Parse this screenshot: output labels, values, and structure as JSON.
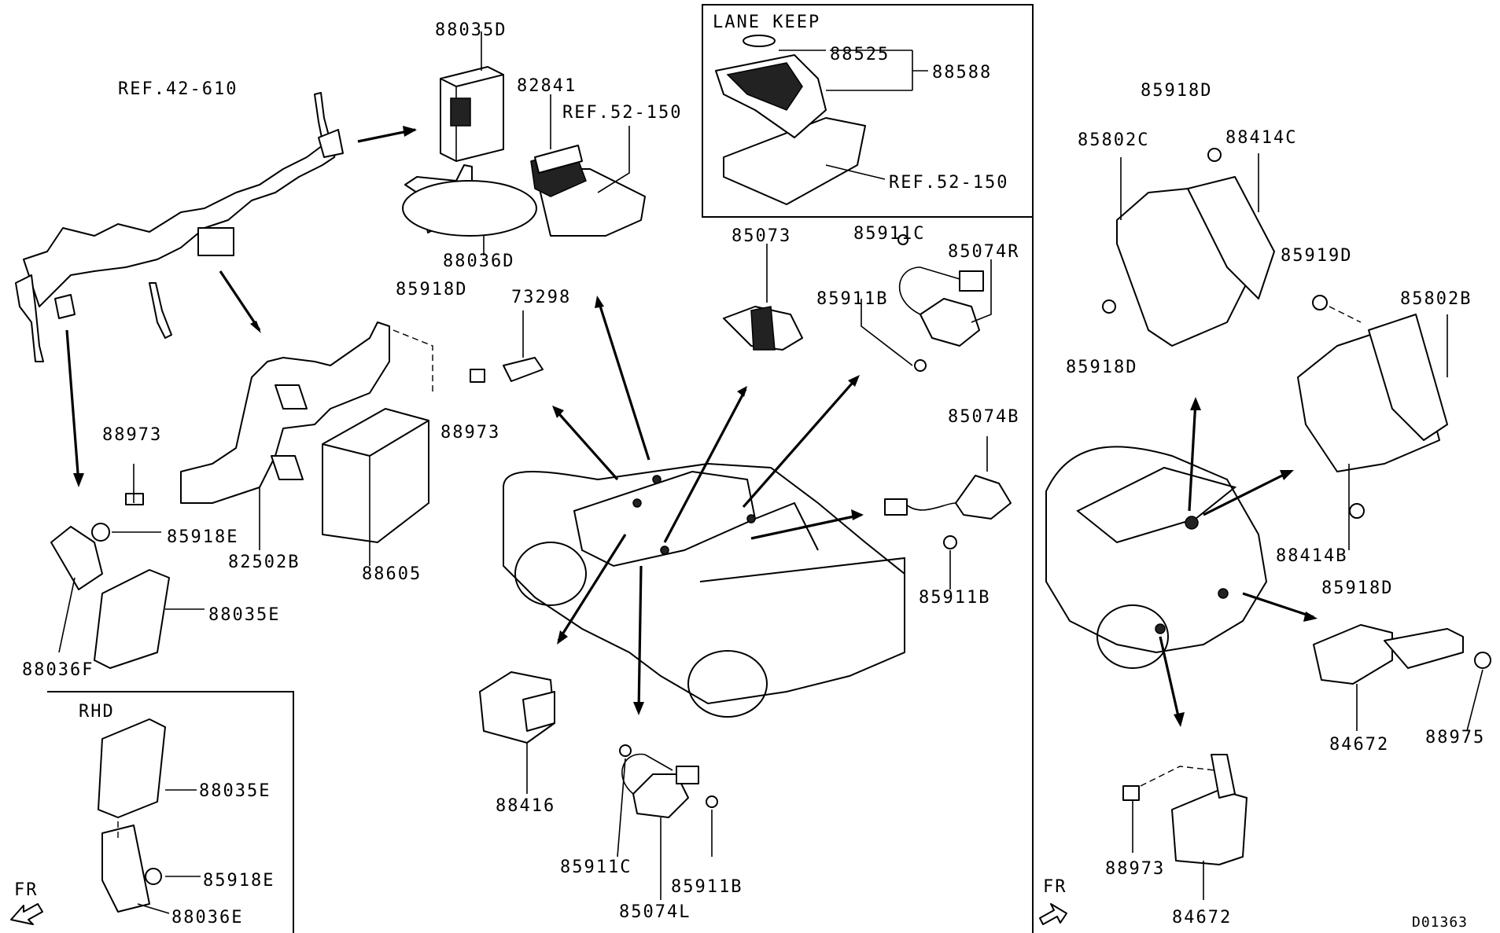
{
  "diagram_code": "D01363",
  "labels": {
    "lane_keep": "LANE KEEP",
    "rhd": "RHD",
    "fr_left": "FR",
    "fr_right": "FR",
    "ref_42_610": "REF.42-610",
    "ref_52_150_a": "REF.52-150",
    "ref_52_150_b": "REF.52-150",
    "p_88035D": "88035D",
    "p_82841": "82841",
    "p_88525": "88525",
    "p_88588": "88588",
    "p_85918D_a": "85918D",
    "p_85802C": "85802C",
    "p_88414C": "88414C",
    "p_85073": "85073",
    "p_85911C_a": "85911C",
    "p_85074R": "85074R",
    "p_88036D": "88036D",
    "p_85918D_b": "85918D",
    "p_73298": "73298",
    "p_85911B_a": "85911B",
    "p_85919D": "85919D",
    "p_85802B": "85802B",
    "p_85918D_c": "85918D",
    "p_88973_a": "88973",
    "p_88973_b": "88973",
    "p_85074B": "85074B",
    "p_85918E_a": "85918E",
    "p_82502B": "82502B",
    "p_88605": "88605",
    "p_85911B_b": "85911B",
    "p_88414B": "88414B",
    "p_85918D_d": "85918D",
    "p_88035E_a": "88035E",
    "p_88036F": "88036F",
    "p_84672_a": "84672",
    "p_88975": "88975",
    "p_88416": "88416",
    "p_88035E_b": "88035E",
    "p_85918E_b": "85918E",
    "p_88036E": "88036E",
    "p_85911C_b": "85911C",
    "p_85911B_c": "85911B",
    "p_85074L": "85074L",
    "p_88973_c": "88973",
    "p_84672_b": "84672"
  }
}
